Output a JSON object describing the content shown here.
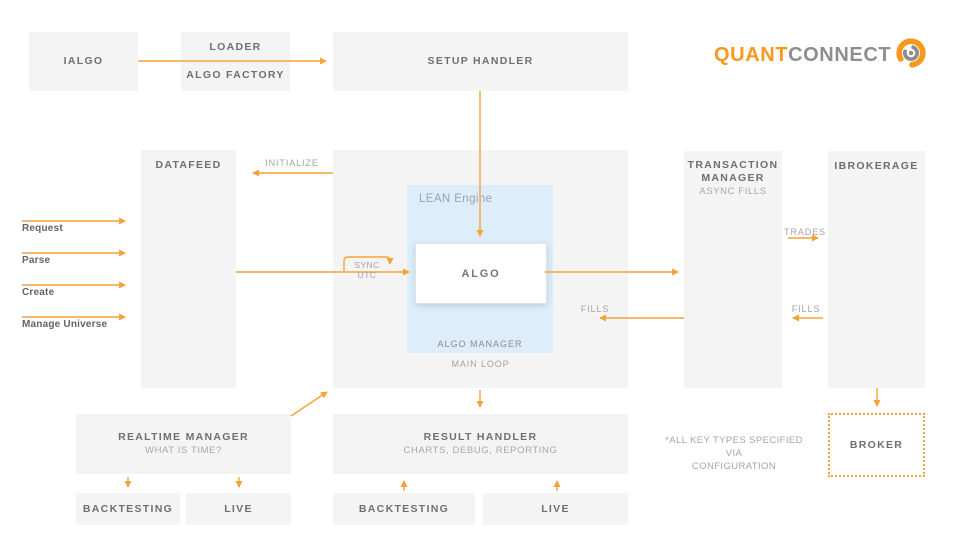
{
  "diagram": {
    "boxes": {
      "ialgo": {
        "title": "IALGO"
      },
      "loader": {
        "line1": "LOADER",
        "line2": "ALGO FACTORY"
      },
      "setup_handler": {
        "title": "SETUP HANDLER"
      },
      "datafeed": {
        "title": "DATAFEED"
      },
      "lean_engine": {
        "title": "LEAN Engine",
        "algo": "ALGO",
        "algo_manager": "ALGO MANAGER",
        "main_loop": "MAIN LOOP"
      },
      "transaction_manager": {
        "line1": "TRANSACTION",
        "line2": "MANAGER",
        "sub": "ASYNC FILLS"
      },
      "ibrokerage": {
        "title": "IBROKERAGE"
      },
      "realtime_manager": {
        "title": "REALTIME MANAGER",
        "sub": "WHAT IS TIME?"
      },
      "backtesting_left": {
        "title": "BACKTESTING"
      },
      "live_left": {
        "title": "LIVE"
      },
      "result_handler": {
        "title": "RESULT HANDLER",
        "sub": "CHARTS, DEBUG, REPORTING"
      },
      "backtesting_center": {
        "title": "BACKTESTING"
      },
      "live_center": {
        "title": "LIVE"
      },
      "broker": {
        "title": "BROKER"
      }
    },
    "arrow_labels": {
      "initialize": "INITIALIZE",
      "sync_utc": "SYNC UTC",
      "fills_inner": "FILLS",
      "trades": "TRADES",
      "fills_outer": "FILLS"
    },
    "datafeed_inputs": [
      "Request",
      "Parse",
      "Create",
      "Manage Universe"
    ],
    "note": {
      "line1": "*ALL KEY TYPES SPECIFIED VIA",
      "line2": "CONFIGURATION"
    },
    "logo": {
      "quant": "QUANT",
      "connect": "CONNECT"
    },
    "colors": {
      "accent": "#F5A339",
      "box": "#F4F4F4",
      "engine_blue": "#DDEDF9",
      "heading": "#6F6F6F",
      "muted": "#A7A7A7",
      "logo_orange": "#F8981D",
      "logo_gray": "#8E8E8E"
    }
  }
}
